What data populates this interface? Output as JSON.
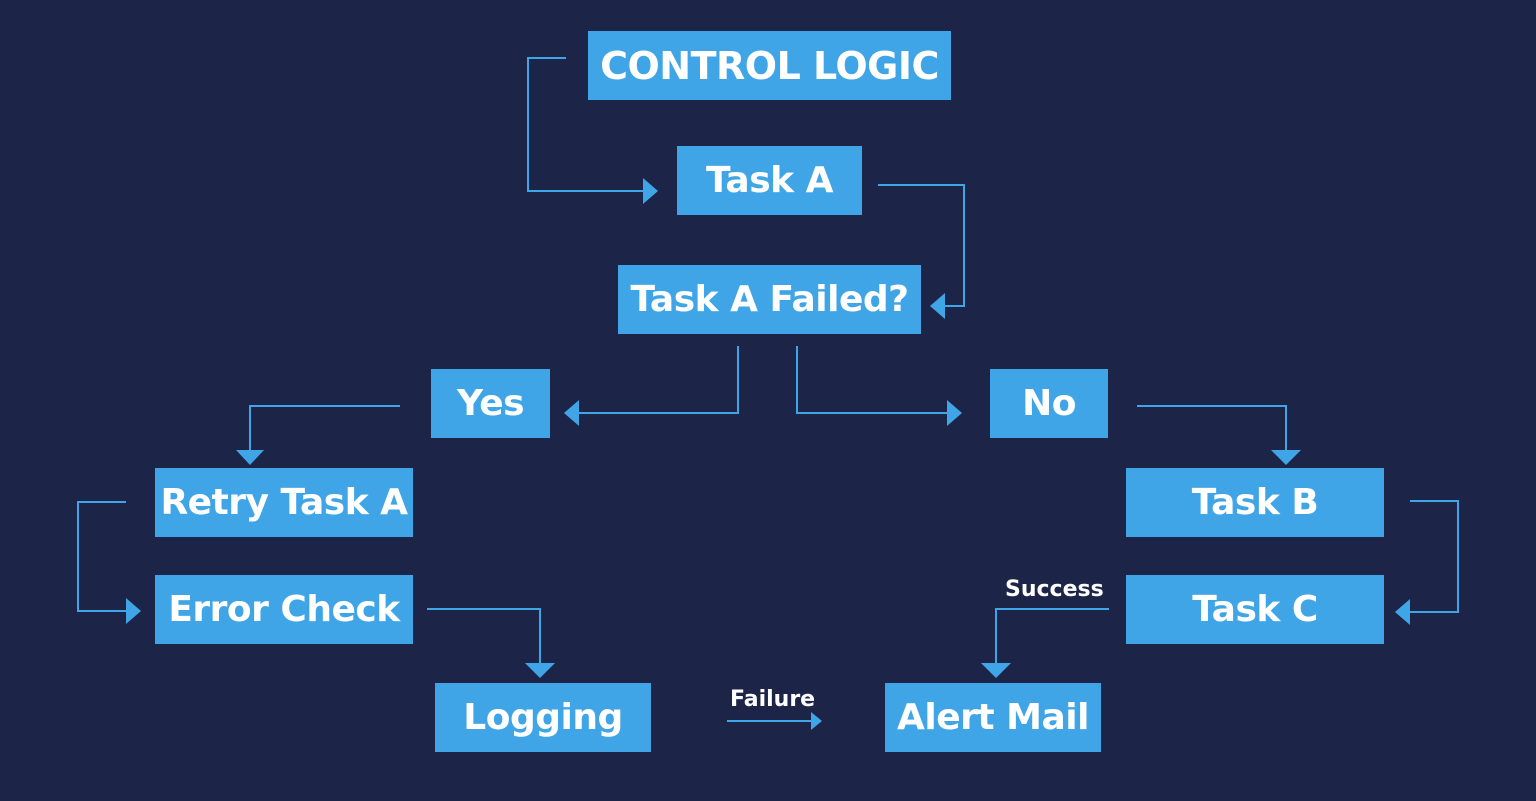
{
  "colors": {
    "background": "#1c2448",
    "node_fill": "#3fa5e6",
    "node_text": "#ffffff",
    "connector": "#3fa5e6"
  },
  "nodes": {
    "control_logic": "CONTROL LOGIC",
    "task_a": "Task A",
    "task_a_failed": "Task A Failed?",
    "yes": "Yes",
    "no": "No",
    "retry_task_a": "Retry Task A",
    "error_check": "Error Check",
    "logging": "Logging",
    "task_b": "Task B",
    "task_c": "Task C",
    "alert_mail": "Alert Mail"
  },
  "edge_labels": {
    "success": "Success",
    "failure": "Failure"
  },
  "edges": [
    {
      "from": "control_logic",
      "to": "task_a"
    },
    {
      "from": "task_a",
      "to": "task_a_failed"
    },
    {
      "from": "task_a_failed",
      "to": "yes"
    },
    {
      "from": "task_a_failed",
      "to": "no"
    },
    {
      "from": "yes",
      "to": "retry_task_a"
    },
    {
      "from": "retry_task_a",
      "to": "error_check"
    },
    {
      "from": "error_check",
      "to": "logging"
    },
    {
      "from": "logging",
      "to": "alert_mail",
      "label": "failure"
    },
    {
      "from": "no",
      "to": "task_b"
    },
    {
      "from": "task_b",
      "to": "task_c"
    },
    {
      "from": "task_c",
      "to": "alert_mail",
      "label": "success"
    }
  ]
}
